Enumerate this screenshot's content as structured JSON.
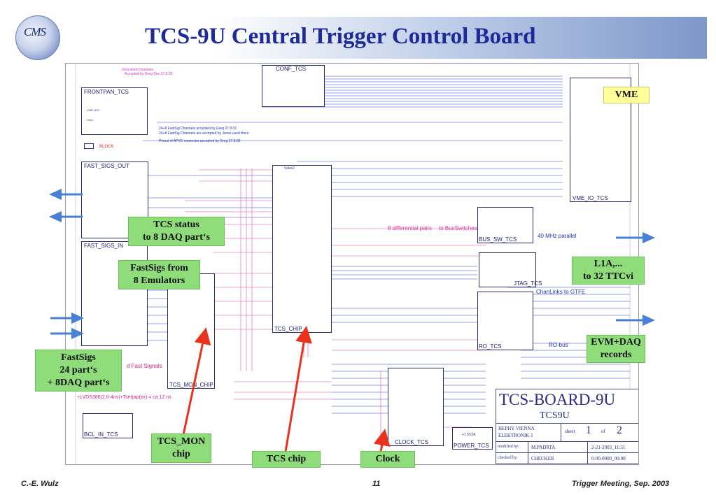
{
  "header": {
    "title": "TCS-9U Central Trigger Control Board",
    "logo_text": "CMS"
  },
  "schematic": {
    "blocks": [
      {
        "key": "frontpan",
        "label": "FRONTPAN_TCS"
      },
      {
        "key": "conf",
        "label": "CONF_TCS"
      },
      {
        "key": "fastsigs_out",
        "label": "FAST_SIGS_OUT"
      },
      {
        "key": "fastsigs_in",
        "label": "FAST_SIGS_IN"
      },
      {
        "key": "tcs_chip",
        "label": "TCS_CHIP"
      },
      {
        "key": "tcs_mon_chip",
        "label": "TCS_MON_CHIP"
      },
      {
        "key": "vme_io",
        "label": "VME_IO_TCS"
      },
      {
        "key": "bus_sw",
        "label": "BUS_SW_TCS"
      },
      {
        "key": "jtag",
        "label": "JTAG_TCS"
      },
      {
        "key": "ro",
        "label": "RO_TCS"
      },
      {
        "key": "clock",
        "label": "CLOCK_TCS"
      },
      {
        "key": "power",
        "label": "POWER_TCS"
      },
      {
        "key": "bcl_in",
        "label": "BCL_IN_TCS"
      }
    ],
    "notes": {
      "diff_pairs": "8 differential pairs",
      "to_busswitches": "to BusSwitches",
      "mhz_parallel": "40 MHz parallel",
      "chanlinks": "ChanLinks to GTFE",
      "ro_bus": "RO-bus",
      "fast_signals": "d Fast Signals",
      "lvds_formula": "+LVDS386(2.6-4ns)+Tset(ap(xx) = ca 12 ns",
      "chip_label": "Valex2",
      "block": "BLOCK",
      "fastpins_1": "24+8 FastSig Channels accepted by Greg 27.8.02",
      "fastpins_2": "24+8 FastSig Channels are accepted by Jesse used there",
      "fastpins_3": "Pinout of APVE connector accepted by Greg 27.8.02",
      "pink_1": "Described Channels",
      "pink_2": "Accepted by Greg Dec 27.8.02"
    },
    "title_block": {
      "board": "TCS-BOARD-9U",
      "sub": "TCS9U",
      "org_1": "HEPHY VIENNA",
      "org_2": "ELEKTRONIK 1",
      "sheet_label": "sheet",
      "sheet_no": "1",
      "of_label": "of",
      "sheet_total": "2",
      "modified_label": "modified by:",
      "modified_by": "M.PADRTA",
      "date": "2-21-2003_11:51",
      "checked_label": "checked by:",
      "checked_by": "CHECKER",
      "doc_no": "0-00-0000_00:00",
      "power_note": "+1 5V2A"
    }
  },
  "callouts": {
    "vme": "VME",
    "tcs_status_1": "TCS status",
    "tcs_status_2": "to 8 DAQ part‘s",
    "fastsigs_from_1": "FastSigs from",
    "fastsigs_from_2": "8 Emulators",
    "l1a_1": "L1A,...",
    "l1a_2": "to 32 TTCvi",
    "evm_1": "EVM+DAQ",
    "evm_2": "records",
    "fastsigs_1": "FastSigs",
    "fastsigs_2": "24 part‘s",
    "fastsigs_3": "+ 8DAQ part‘s",
    "tcs_mon_1": "TCS_MON",
    "tcs_mon_2": "chip",
    "tcs_chip": "TCS chip",
    "clock": "Clock"
  },
  "footer": {
    "author": "C.-E. Wulz",
    "page": "11",
    "event": "Trigger Meeting, Sep. 2003"
  },
  "colors": {
    "title": "#1d2a9a",
    "callout_green": "#8fdc7a",
    "callout_yellow": "#ffff9c",
    "arrow_red": "#e8321e",
    "arrow_blue": "#4a7fd6",
    "wire_pink": "#e04fb0",
    "wire_blue": "#3344cc"
  }
}
